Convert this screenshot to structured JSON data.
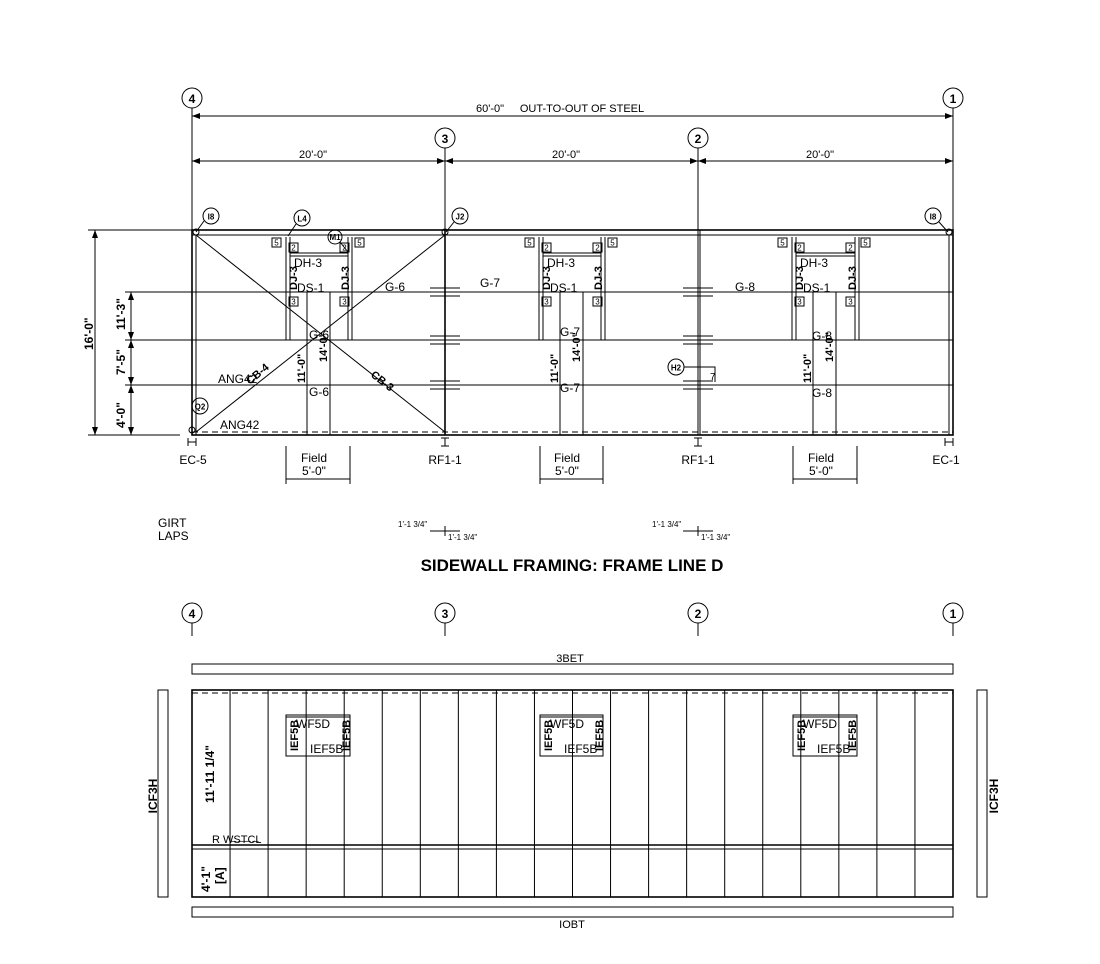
{
  "elevation_1": {
    "title": "SIDEWALL FRAMING: FRAME LINE D",
    "grid_lines": [
      "4",
      "3",
      "2",
      "1"
    ],
    "overall_dimension": "60'-0\"",
    "overall_note": "OUT-TO-OUT OF STEEL",
    "bay_widths": [
      "20'-0\"",
      "20'-0\"",
      "20'-0\""
    ],
    "height_overall": "16'-0\"",
    "height_segments": [
      "11'-3\"",
      "7'-5\"",
      "4'-0\""
    ],
    "column_labels": [
      "EC-5",
      "RF1-1",
      "RF1-1",
      "EC-1"
    ],
    "girts": {
      "bay_a": [
        "G-6",
        "G-6",
        "G-6"
      ],
      "bay_b": [
        "G-7",
        "G-7",
        "G-7"
      ],
      "bay_c": [
        "G-8",
        "G-8",
        "G-8"
      ]
    },
    "opening_labels": {
      "header": "DH-3",
      "sill": "DS-1",
      "jamb": "DJ-3",
      "width_label": "Field",
      "width_value": "5'-0\"",
      "height_a": "11'-0\"",
      "height_b": "14'-0\""
    },
    "piece_marks": [
      "2",
      "3",
      "5"
    ],
    "bubbles": {
      "i8_left": "I8",
      "l4": "L4",
      "m1": "M1",
      "j2": "J2",
      "i8_right": "I8",
      "h2": "H2",
      "q2": "Q2"
    },
    "bracing": [
      "CB-4",
      "CB-3"
    ],
    "angles": [
      "ANG42",
      "ANG42"
    ],
    "girt_laps_label": [
      "GIRT",
      "LAPS"
    ],
    "lap_dims": [
      "1'-1 3/4\"",
      "1'-1 3/4\""
    ],
    "h2_tag": "7"
  },
  "elevation_2": {
    "grid_lines": [
      "4",
      "3",
      "2",
      "1"
    ],
    "top_trim": "3BET",
    "bottom_trim": "IOBT",
    "side_trim": "ICF3H",
    "panel_height_upper": "11'-11 1/4\"",
    "panel_height_lower": "4'-1\"",
    "panel_height_lower_tag": "[A]",
    "panel_note": "R W̶S̶T̶C̶L",
    "opening_trim_side": "IEF5B",
    "opening_trim_head": "WF5D",
    "opening_trim_bottom": "IEF5B",
    "panel_count": 20
  }
}
